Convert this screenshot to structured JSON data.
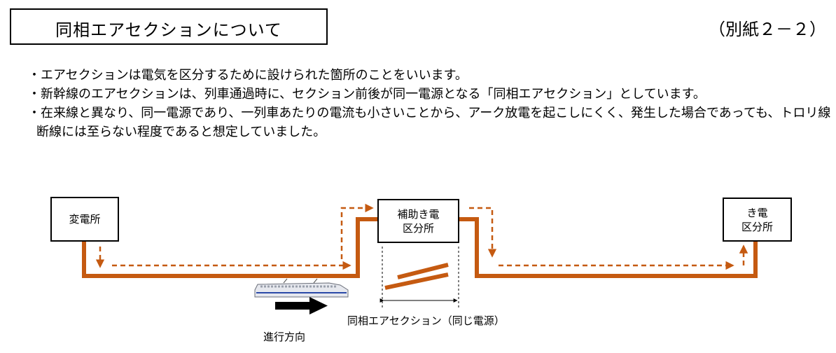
{
  "title": "同相エアセクションについて",
  "attachment": "（別紙２－２）",
  "bullets": [
    "・エアセクションは電気を区分するために設けられた箇所のことをいいます。",
    "・新幹線のエアセクションは、列車通過時に、セクション前後が同一電源となる「同相エアセクション」としています。",
    "・在来線と異なり、同一電源であり、一列車あたりの電流も小さいことから、アーク放電を起こしにくく、発生した場合であっても、トロリ線断線には至らない程度であると想定していました。"
  ],
  "diagram": {
    "substation": "変電所",
    "aux_sectioning_line1": "補助き電",
    "aux_sectioning_line2": "区分所",
    "sectioning_line1": "き電",
    "sectioning_line2": "区分所",
    "air_section_label": "同相エアセクション（同じ電源）",
    "direction_label": "進行方向",
    "line_color": "#C55A11"
  }
}
